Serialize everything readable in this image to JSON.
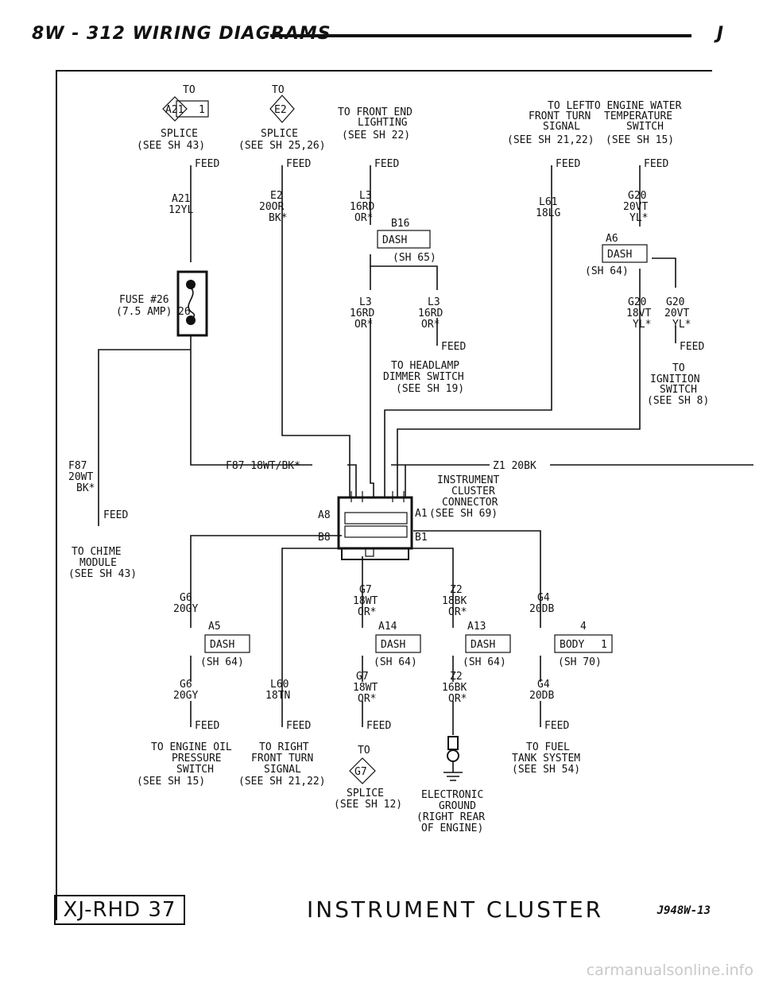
{
  "header": {
    "left": "8W - 312  WIRING DIAGRAMS",
    "right": "J"
  },
  "footer": {
    "box": "XJ-RHD 37",
    "title": "INSTRUMENT CLUSTER",
    "code": "J948W-13"
  },
  "watermark": "carmanualsonline.info",
  "top": {
    "to_a": "TO",
    "a21_label": "A21",
    "a21_pin": "1",
    "splice1": "SPLICE",
    "see43": "(SEE SH 43)",
    "to_e": "TO",
    "e2_label": "E2",
    "splice2": "SPLICE",
    "see2526": "(SEE SH 25,26)",
    "front_end_1": "TO FRONT END",
    "front_end_2": "LIGHTING",
    "front_end_3": "(SEE SH 22)",
    "left_turn_1": "TO LEFT",
    "left_turn_2": "FRONT TURN",
    "left_turn_3": "SIGNAL",
    "left_turn_4": "(SEE SH 21,22)",
    "water_1": "TO ENGINE WATER",
    "water_2": "TEMPERATURE",
    "water_3": "SWITCH",
    "water_4": "(SEE SH 15)"
  },
  "feed": "FEED",
  "wires": {
    "a21": "A21",
    "a21_g": "12YL",
    "e2": "E2",
    "e2_g": "20OR",
    "e2_c": "BK*",
    "l3": "L3",
    "l3_g": "16RD",
    "l3_c": "OR*",
    "b16": "B16",
    "l61": "L61",
    "l61_g": "18LG",
    "g20": "G20",
    "g20_g": "20VT",
    "g20_c": "YL*",
    "a6": "A6",
    "l3b": "L3",
    "l3b_g": "16RD",
    "l3b_c": "OR*",
    "l3c": "L3",
    "l3c_g": "16RD",
    "l3c_c": "OR*",
    "g20b": "G20",
    "g20b_g": "18VT",
    "g20b_c": "YL*",
    "g20c": "G20",
    "g20c_g": "20VT",
    "g20c_c": "YL*",
    "f87": "F87",
    "f87_g": "20WT",
    "f87_c": "BK*",
    "f87_run": "F87 18WT/BK*",
    "z1": "Z1 20BK",
    "g6": "G6",
    "g6_g": "20GY",
    "g6b": "G6",
    "g6b_g": "20GY",
    "l60": "L60",
    "l60_g": "18TN",
    "g7": "G7",
    "g7_g": "18WT",
    "g7_c": "OR*",
    "g7b": "G7",
    "g7b_g": "18WT",
    "g7b_c": "OR*",
    "z2": "Z2",
    "z2_g": "18BK",
    "z2_c": "OR*",
    "z2b": "Z2",
    "z2b_g": "16BK",
    "z2b_c": "OR*",
    "g4": "G4",
    "g4_g": "20DB",
    "g4b": "G4",
    "g4b_g": "20DB"
  },
  "connectors": {
    "dash": "DASH",
    "body": "BODY",
    "body_pin": "1",
    "four": "4",
    "a5": "A5",
    "a14": "A14",
    "a13": "A13",
    "sh65": "(SH 65)",
    "sh64": "(SH 64)",
    "sh70": "(SH 70)"
  },
  "fuse": {
    "name": "FUSE #26",
    "amp": "(7.5 AMP)",
    "num": "26"
  },
  "cluster": {
    "l1": "INSTRUMENT",
    "l2": "CLUSTER",
    "l3": "CONNECTOR",
    "l4": "(SEE SH 69)",
    "a8": "A8",
    "a1": "A1",
    "b8": "B8",
    "b1": "B1"
  },
  "mid": {
    "dim_1": "TO HEADLAMP",
    "dim_2": "DIMMER SWITCH",
    "dim_3": "(SEE SH 19)",
    "ign_1": "TO",
    "ign_2": "IGNITION",
    "ign_3": "SWITCH",
    "ign_4": "(SEE SH 8)",
    "chime_1": "TO CHIME",
    "chime_2": "MODULE",
    "chime_3": "(SEE SH 43)"
  },
  "bottom": {
    "oil_1": "TO ENGINE OIL",
    "oil_2": "PRESSURE",
    "oil_3": "SWITCH",
    "oil_4": "(SEE SH 15)",
    "rt_1": "TO RIGHT",
    "rt_2": "FRONT TURN",
    "rt_3": "SIGNAL",
    "rt_4": "(SEE SH 21,22)",
    "g7s_1": "TO",
    "g7s_label": "G7",
    "g7s_2": "SPLICE",
    "g7s_3": "(SEE SH 12)",
    "gnd_1": "ELECTRONIC",
    "gnd_2": "GROUND",
    "gnd_3": "(RIGHT REAR",
    "gnd_4": "OF ENGINE)",
    "fuel_1": "TO FUEL",
    "fuel_2": "TANK SYSTEM",
    "fuel_3": "(SEE SH 54)"
  }
}
